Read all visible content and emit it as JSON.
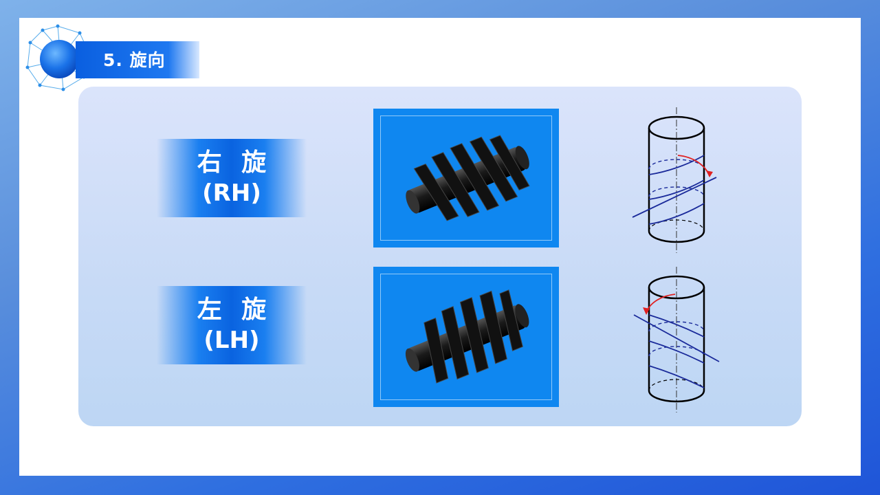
{
  "header": {
    "title": "5. 旋向",
    "logo_icon": "network-globe-icon"
  },
  "colors": {
    "accent": "#0a63e0",
    "worm_bg": "#0f87f0",
    "arrow": "#e02020",
    "helix_line": "#1a2a9a"
  },
  "rows": [
    {
      "label_cn": "右 旋",
      "label_en": "(RH)",
      "worm_icon": "right-hand-worm-icon",
      "diagram_icon": "right-hand-helix-cylinder-icon"
    },
    {
      "label_cn": "左 旋",
      "label_en": "(LH)",
      "worm_icon": "left-hand-worm-icon",
      "diagram_icon": "left-hand-helix-cylinder-icon"
    }
  ]
}
